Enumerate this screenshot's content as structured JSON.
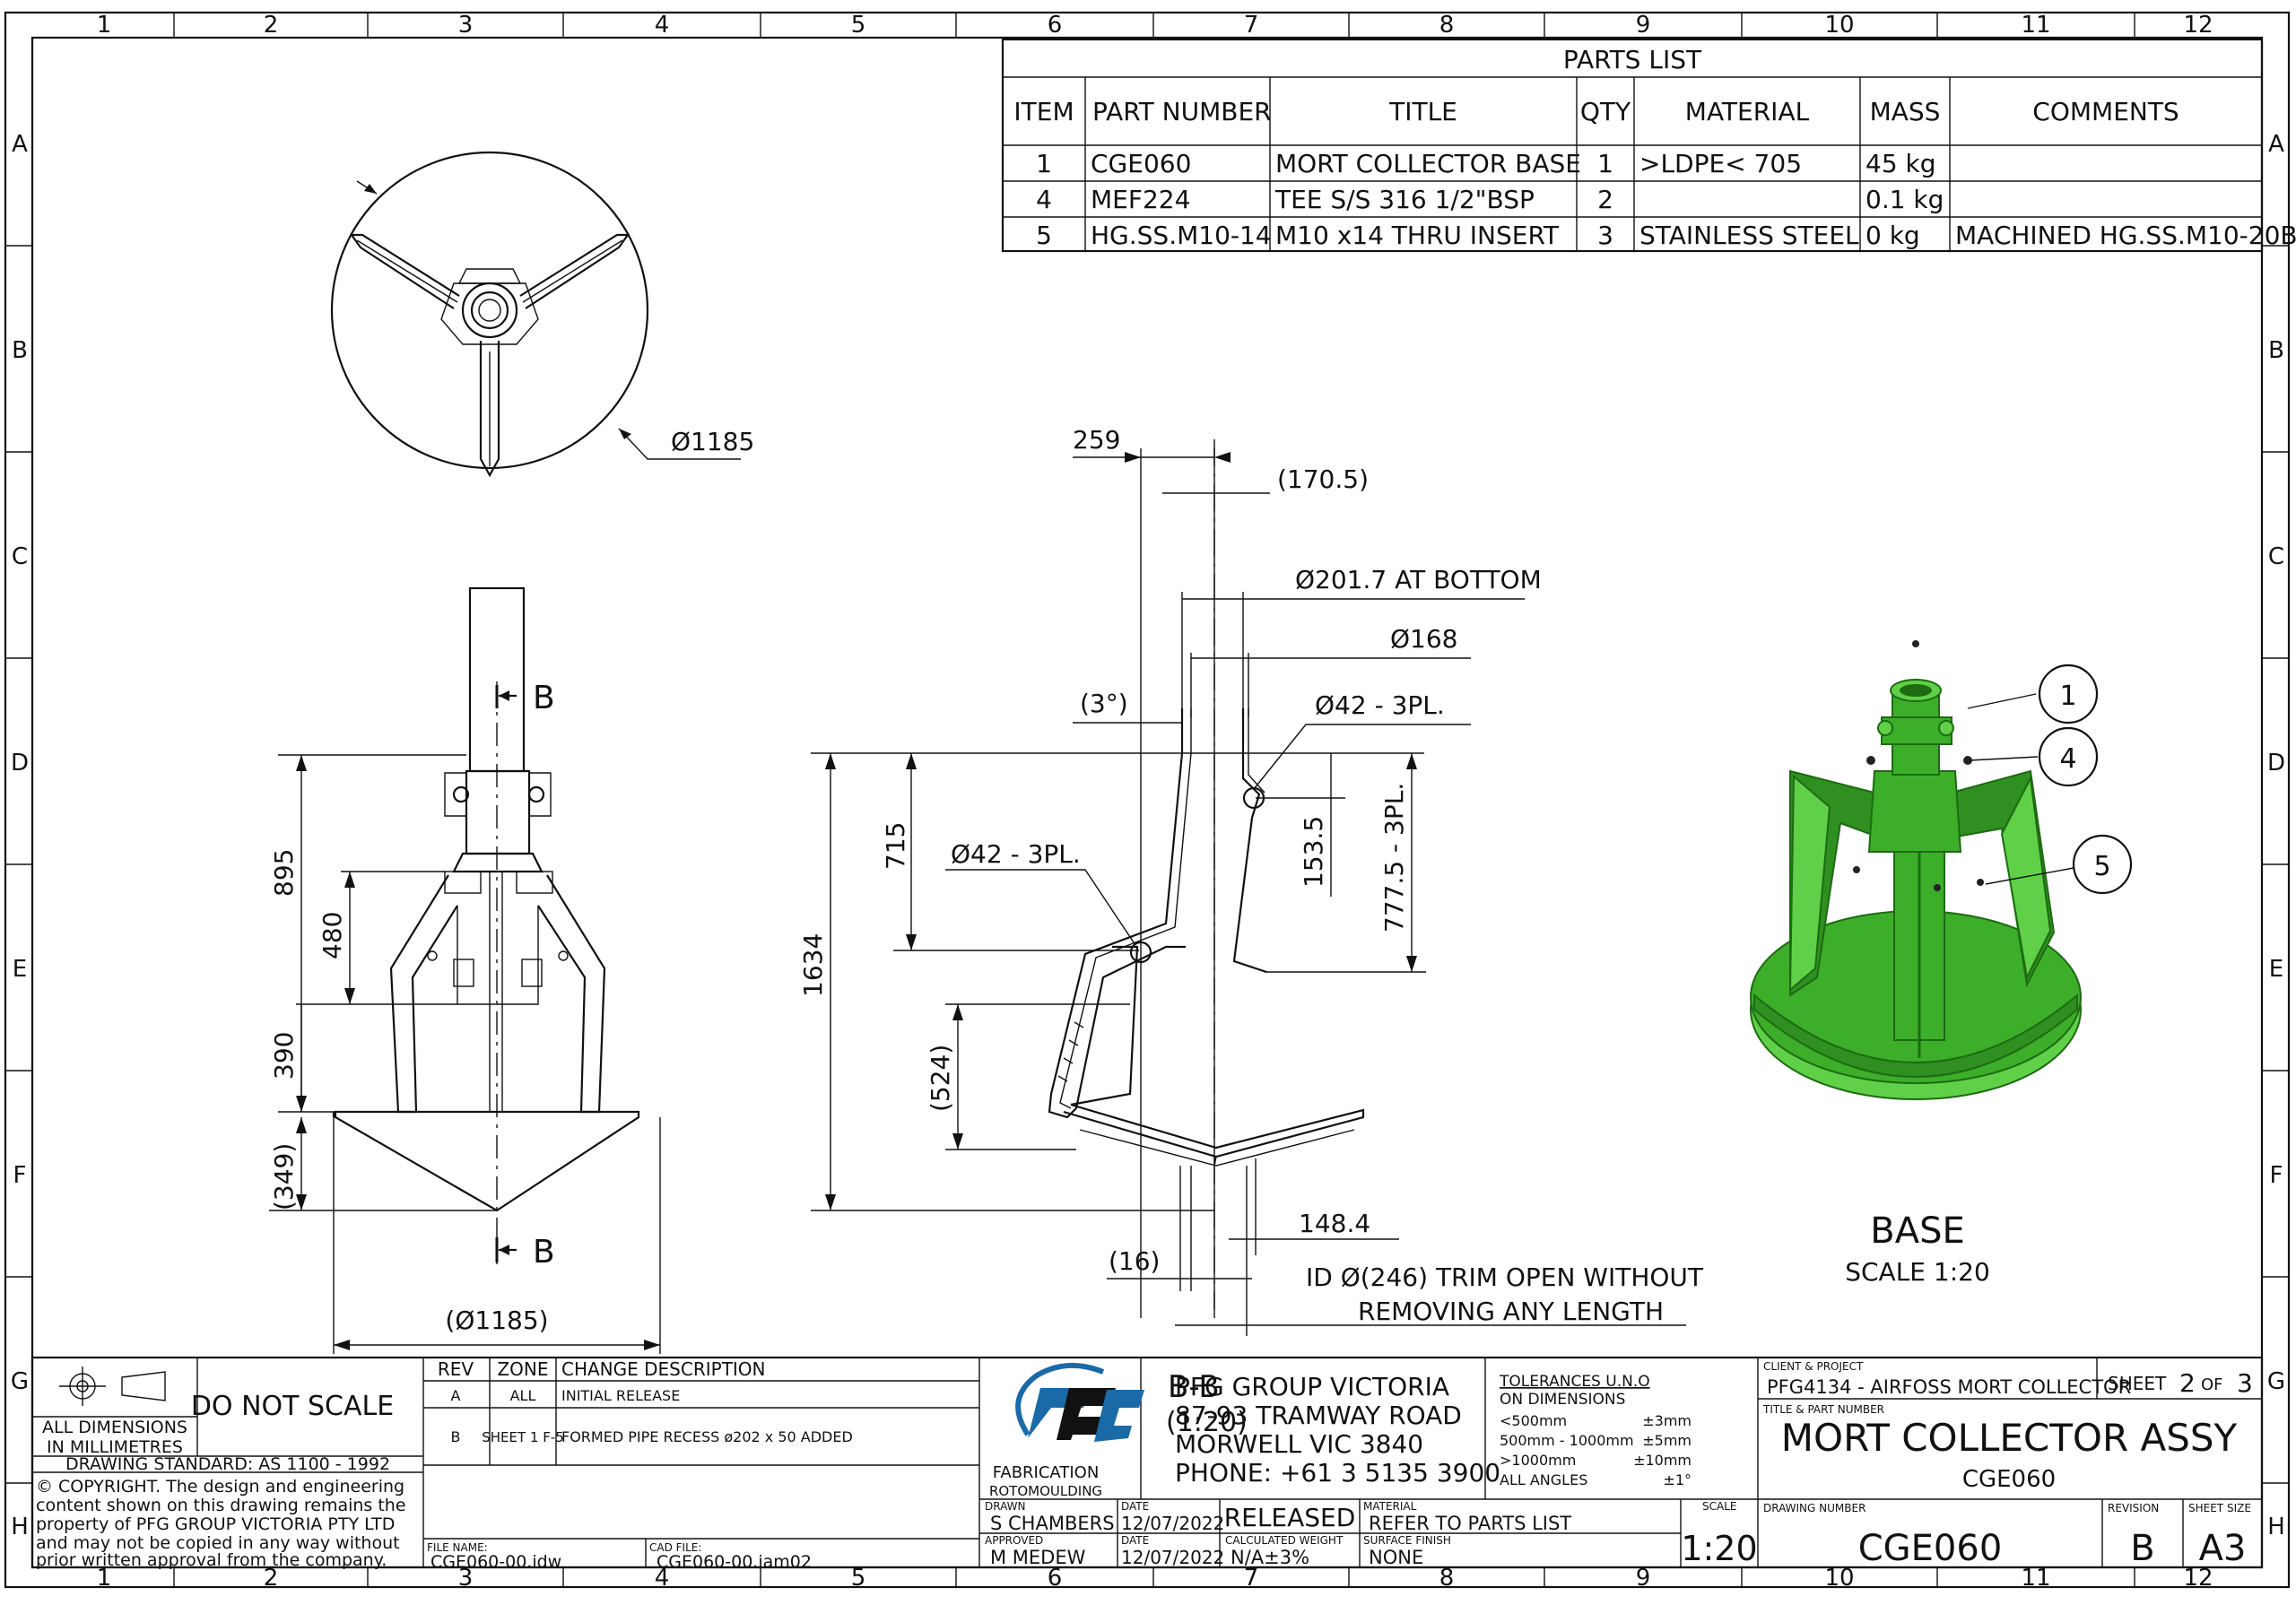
{
  "grid": {
    "cols": [
      "1",
      "2",
      "3",
      "4",
      "5",
      "6",
      "7",
      "8",
      "9",
      "10",
      "11",
      "12"
    ],
    "rows": [
      "A",
      "B",
      "C",
      "D",
      "E",
      "F",
      "G",
      "H"
    ]
  },
  "parts_list": {
    "title": "PARTS LIST",
    "headers": [
      "ITEM",
      "PART NUMBER",
      "TITLE",
      "QTY",
      "MATERIAL",
      "MASS",
      "COMMENTS"
    ],
    "rows": [
      [
        "1",
        "CGE060",
        "MORT COLLECTOR BASE",
        "1",
        ">LDPE< 705",
        "45 kg",
        ""
      ],
      [
        "4",
        "MEF224",
        "TEE S/S 316 1/2\"BSP",
        "2",
        "",
        "0.1 kg",
        ""
      ],
      [
        "5",
        "HG.SS.M10-14",
        "M10 x14 THRU INSERT",
        "3",
        "STAINLESS STEEL",
        "0 kg",
        "MACHINED HG.SS.M10-20B"
      ]
    ]
  },
  "dimensions": {
    "top_dia": "Ø1185",
    "front_895": "895",
    "front_480": "480",
    "front_390": "390",
    "front_349": "(349)",
    "front_dia": "(Ø1185)",
    "section_B": "B",
    "section_B2": "B",
    "d259": "259",
    "d170": "(170.5)",
    "d201": "Ø201.7 AT BOTTOM",
    "d168": "Ø168",
    "d3deg": "(3°)",
    "d42a": "Ø42 - 3PL.",
    "d42b": "Ø42 - 3PL.",
    "d715": "715",
    "d1634": "1634",
    "d1535": "153.5",
    "d7775": "777.5 - 3PL.",
    "d524": "(524)",
    "d1484": "148.4",
    "d16": "(16)",
    "note1": "ID Ø(246) TRIM OPEN WITHOUT",
    "note2": "REMOVING ANY LENGTH",
    "section_label": "B-B",
    "section_scale": "(1:20)"
  },
  "iso": {
    "label": "BASE",
    "scale": "SCALE 1:20",
    "balloons": [
      "1",
      "4",
      "5"
    ]
  },
  "title_block": {
    "do_not_scale": "DO NOT SCALE",
    "all_dims": "ALL DIMENSIONS",
    "in_mm": "IN MILLIMETRES",
    "std": "DRAWING STANDARD: AS 1100 - 1992",
    "copy1": "© COPYRIGHT. The design and engineering",
    "copy2": "content shown on this drawing remains the",
    "copy3": "property of PFG GROUP VICTORIA PTY LTD",
    "copy4": "and may not be copied in any way without",
    "copy5": "prior written approval from the company.",
    "rev_headers": [
      "REV",
      "ZONE",
      "CHANGE DESCRIPTION"
    ],
    "rev_rows": [
      [
        "A",
        "ALL",
        "INITIAL RELEASE"
      ],
      [
        "B",
        "SHEET 1 F-5",
        "FORMED PIPE RECESS ø202 x 50 ADDED"
      ]
    ],
    "file_name_label": "FILE NAME:",
    "file_name": "CGE060-00.idw",
    "cad_file_label": "CAD FILE:",
    "cad_file": "CGE060-00.iam02",
    "logo_text1": "FABRICATION",
    "logo_text2": "ROTOMOULDING",
    "company": "PFG GROUP VICTORIA",
    "address1": "87-93 TRAMWAY ROAD",
    "address2": "MORWELL VIC 3840",
    "phone": "PHONE: +61 3 5135 3900",
    "tol_title": "TOLERANCES U.N.O",
    "tol_sub": "ON DIMENSIONS",
    "tol_rows": [
      [
        "<500mm",
        "±3mm"
      ],
      [
        "500mm - 1000mm",
        "±5mm"
      ],
      [
        ">1000mm",
        "±10mm"
      ],
      [
        "ALL ANGLES",
        "±1°"
      ]
    ],
    "client_label": "CLIENT & PROJECT",
    "client": "PFG4134 - AIRFOSS MORT COLLECTOR",
    "sheet": "SHEET",
    "sheet_no": "2",
    "of": "OF",
    "sheet_total": "3",
    "title_label": "TITLE & PART NUMBER",
    "title": "MORT COLLECTOR ASSY",
    "part": "CGE060",
    "drawn_label": "DRAWN",
    "drawn": "S CHAMBERS",
    "date_label": "DATE",
    "drawn_date": "12/07/2022",
    "status": "RELEASED",
    "material_label": "MATERIAL",
    "material": "REFER TO PARTS LIST",
    "scale_label": "SCALE",
    "scale": "1:20",
    "approved_label": "APPROVED",
    "approved": "M MEDEW",
    "approved_date": "12/07/2022",
    "weight_label": "CALCULATED WEIGHT",
    "weight": "N/A±3%",
    "finish_label": "SURFACE FINISH",
    "finish": "NONE",
    "dwg_label": "DRAWING NUMBER",
    "dwg": "CGE060",
    "rev_label": "REVISION",
    "rev": "B",
    "size_label": "SHEET SIZE",
    "size": "A3"
  },
  "colors": {
    "part_green": "#3cae2a",
    "line": "#111111"
  }
}
